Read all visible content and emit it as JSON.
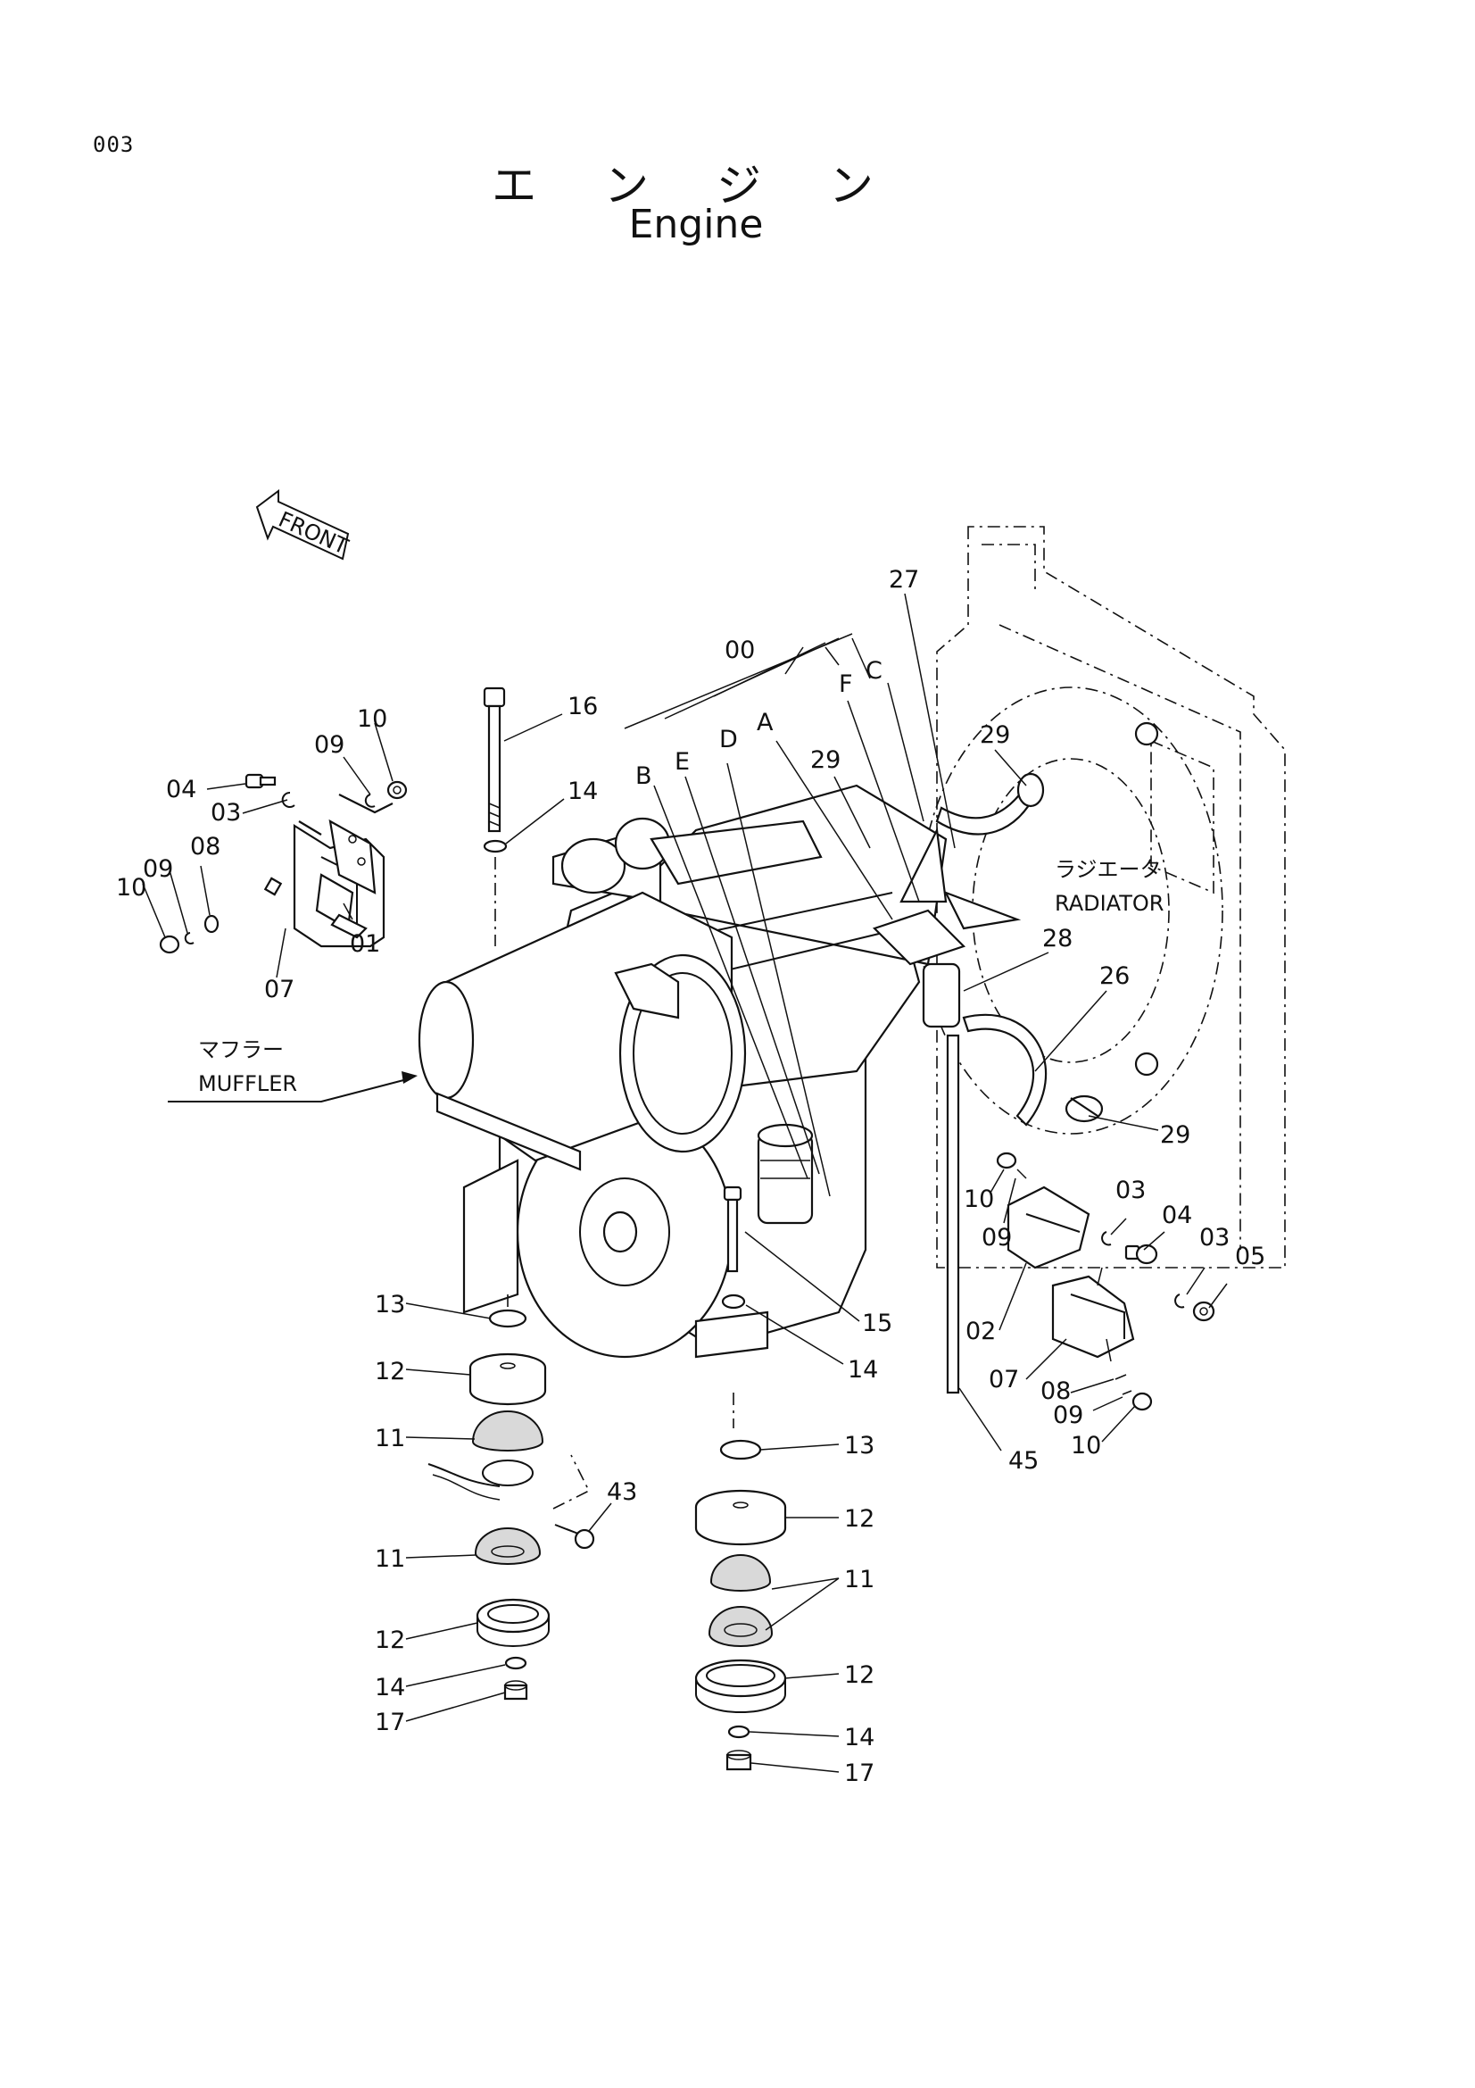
{
  "page_number": "003",
  "title_jp": "エ ン ジ ン",
  "title_en": "Engine",
  "front_label": "FRONT",
  "callouts": {
    "radiator_jp": "ラジエータ",
    "radiator_en": "RADIATOR",
    "muffler_jp": "マフラー",
    "muffler_en": "MUFFLER"
  },
  "part_labels": {
    "p00": "00",
    "p27": "27",
    "pF": "F",
    "pC": "C",
    "pA": "A",
    "pD": "D",
    "pE": "E",
    "pB": "B",
    "p16": "16",
    "p14a": "14",
    "p10a": "10",
    "p09a": "09",
    "p04a": "04",
    "p03a": "03",
    "p08a": "08",
    "p09b": "09",
    "p10b": "10",
    "p01": "01",
    "p07a": "07",
    "p29a": "29",
    "p29b": "29",
    "p28": "28",
    "p26": "26",
    "p29c": "29",
    "p10c": "10",
    "p09c": "09",
    "p03b": "03",
    "p04b": "04",
    "p03c": "03",
    "p05": "05",
    "p02": "02",
    "p07b": "07",
    "p08b": "08",
    "p09d": "09",
    "p10d": "10",
    "p45": "45",
    "p15": "15",
    "p14b": "14",
    "p13a": "13",
    "p12a": "12",
    "p11a": "11",
    "p43": "43",
    "p11b": "11",
    "p12b": "12",
    "p14c": "14",
    "p17a": "17",
    "p13b": "13",
    "p12c": "12",
    "p11c": "11",
    "p12d": "12",
    "p14d": "14",
    "p17b": "17"
  }
}
